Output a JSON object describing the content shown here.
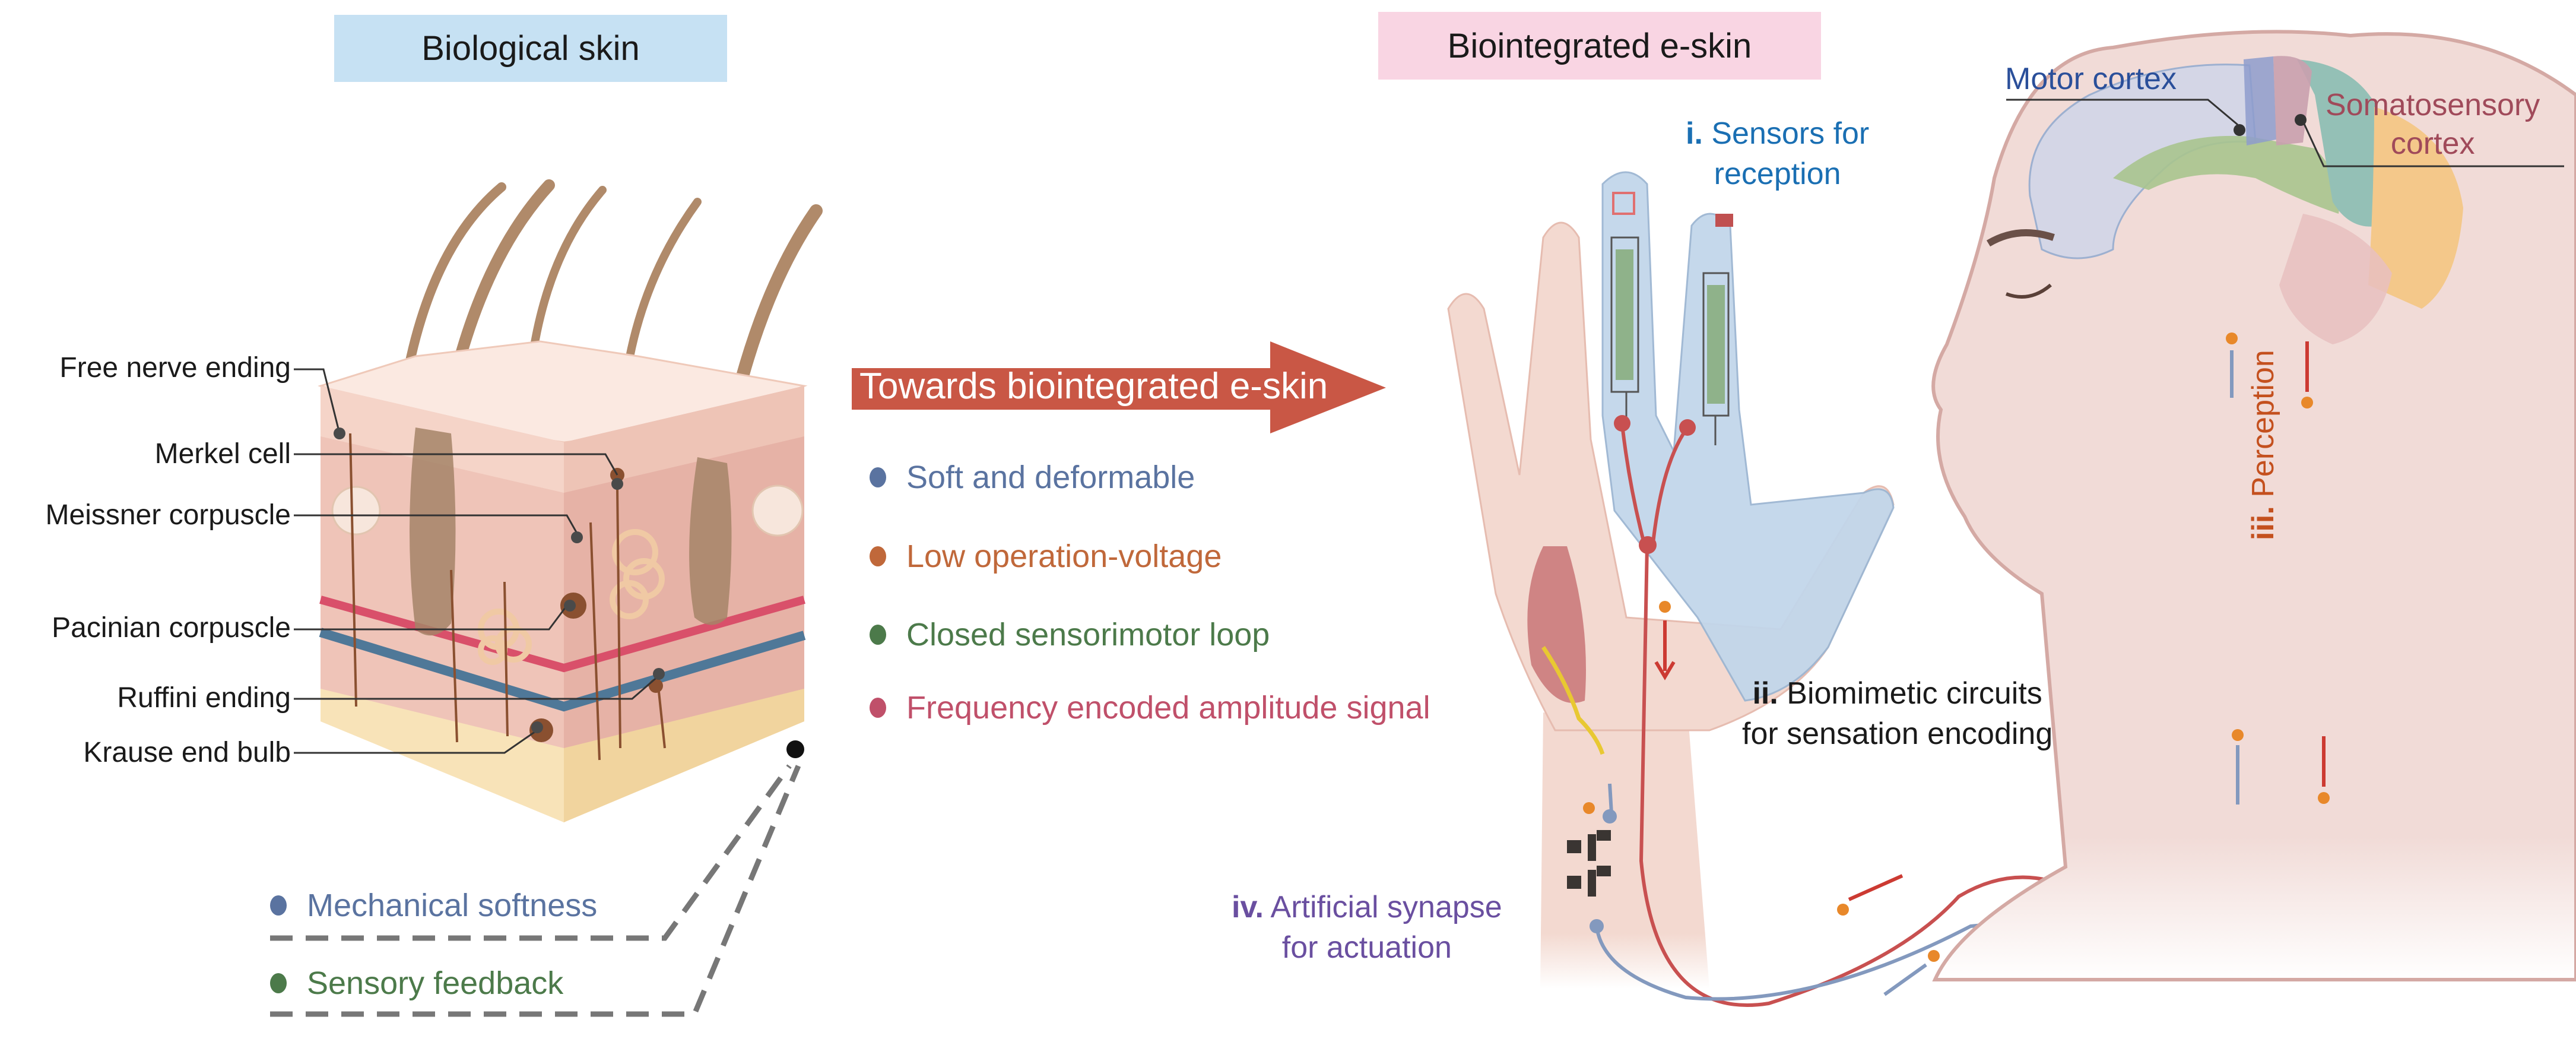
{
  "colors": {
    "bio_header_bg": "#c6e1f3",
    "eskin_header_bg": "#f9d5e3",
    "arrow": "#c95745",
    "softness_blue": "#5a73a0",
    "voltage_orange": "#c0683a",
    "loop_green": "#4c7a4a",
    "signal_pink": "#c0506a",
    "sensor_blue": "#1a6fb3",
    "synapse_purple": "#6a4fa0",
    "perception_orange": "#c4501e",
    "motor_blue": "#2a4f9a",
    "somato_red": "#a04a5a"
  },
  "headers": {
    "biological": "Biological skin",
    "eskin": "Biointegrated e-skin"
  },
  "arrow": {
    "label": "Towards biointegrated e-skin"
  },
  "features": [
    {
      "label": "Soft and deformable",
      "color_key": "softness_blue"
    },
    {
      "label": "Low operation-voltage",
      "color_key": "voltage_orange"
    },
    {
      "label": "Closed sensorimotor loop",
      "color_key": "loop_green"
    },
    {
      "label": "Frequency encoded amplitude signal",
      "color_key": "signal_pink"
    }
  ],
  "skin_labels": [
    "Free nerve ending",
    "Merkel cell",
    "Meissner corpuscle",
    "Pacinian corpuscle",
    "Ruffini ending",
    "Krause end bulb"
  ],
  "skin_properties": [
    {
      "label": "Mechanical softness",
      "color_key": "softness_blue"
    },
    {
      "label": "Sensory feedback",
      "color_key": "loop_green"
    }
  ],
  "stages": {
    "sensors": {
      "numeral": "i.",
      "line1": "Sensors for",
      "line2": "reception"
    },
    "circuits": {
      "numeral": "ii.",
      "line1": "Biomimetic circuits",
      "line2": "for sensation encoding"
    },
    "perception": {
      "numeral": "iii.",
      "text": "Perception"
    },
    "synapse": {
      "numeral": "iv.",
      "line1": "Artificial synapse",
      "line2": "for actuation"
    }
  },
  "brain_labels": {
    "motor": "Motor cortex",
    "somato_line1": "Somatosensory",
    "somato_line2": "cortex"
  }
}
